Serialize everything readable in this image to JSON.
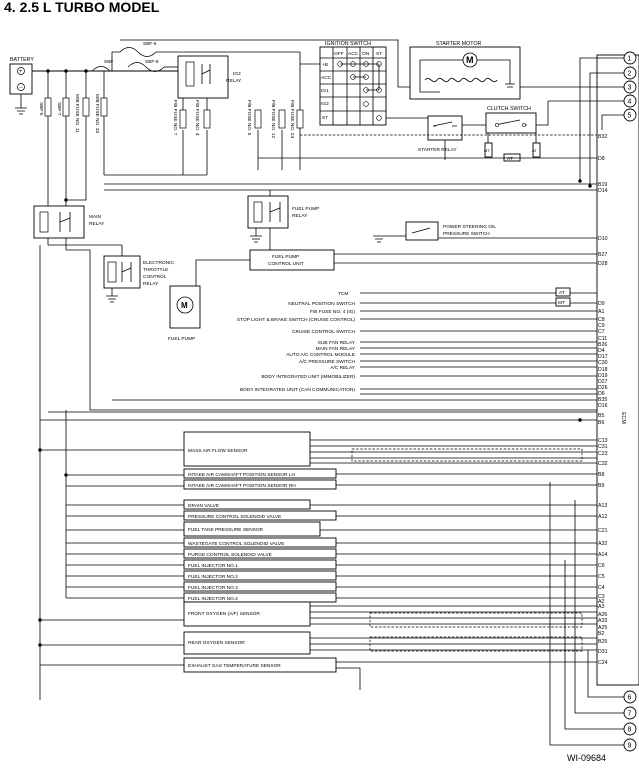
{
  "title": "4.  2.5 L TURBO MODEL",
  "figure_id": "WI-09684",
  "components": {
    "battery": "BATTERY",
    "ignition_switch": "IGNITION SWITCH",
    "ignition_positions": [
      "OFF",
      "ACC",
      "ON",
      "ST"
    ],
    "ignition_terminals": [
      "+B",
      "ACC",
      "IG1",
      "IG2",
      "ST"
    ],
    "starter_motor": "STARTER MOTOR",
    "clutch_switch": "CLUTCH SWITCH",
    "starter_relay": "STARTER RELAY",
    "ig2_relay": [
      "IG2",
      "RELAY"
    ],
    "main_relay": [
      "MAIN",
      "RELAY"
    ],
    "fuel_pump_relay": [
      "FUEL PUMP",
      "RELAY"
    ],
    "etc_relay": [
      "ELECTRONIC",
      "THROTTLE",
      "CONTROL",
      "RELAY"
    ],
    "ps_switch": [
      "POWER STEERING OIL",
      "PRESSURE SWITCH"
    ],
    "fuel_pump_control_unit": [
      "FUEL PUMP",
      "CONTROL UNIT"
    ],
    "fuel_pump": "FUEL PUMP",
    "ecm": "ECM",
    "at": "AT",
    "mt": "MT",
    "m": "M",
    "mt_box": "MT",
    "at_box": "AT"
  },
  "fuses": {
    "sbf6": "SBF-6",
    "sbf8": "SBF-8",
    "sbf": "SBF",
    "vertical": [
      "SBF-5",
      "SBF-7",
      "M/B FUSE NO. 11",
      "M/B FUSE NO. 33",
      "F/B FUSE NO. 7",
      "F/B FUSE NO. 4",
      "F/B FUSE NO. 5",
      "F/B FUSE NO. 12",
      "F/B FUSE NO. 24"
    ]
  },
  "ecm_inputs": [
    {
      "label": "TCM",
      "pin": "D9"
    },
    {
      "label": "NEUTRAL POSITION SWITCH",
      "pin": "A1"
    },
    {
      "label": "F/B FUSE NO. 4 (IG)",
      "pin": "C8"
    },
    {
      "label": "STOP LIGHT & BRAKE SWITCH (CRUISE CONTROL)",
      "pin": "C9"
    },
    {
      "label": "CRUISE CONTROL SWITCH",
      "pin": "C7"
    },
    {
      "label": "SUB FAN RELAY",
      "pin": "C11"
    },
    {
      "label": "MAIN FAN RELAY",
      "pin": "B26"
    },
    {
      "label": "AUTO A/C CONTROL MODULE",
      "pin": "D4"
    },
    {
      "label": "A/C PRESSURE SWITCH",
      "pin": "D17"
    },
    {
      "label": "A/C RELAY",
      "pin": "C30"
    },
    {
      "label": "BODY INTEGRATED UNIT (IMMOBILIZER)",
      "pin": "D19"
    },
    {
      "label": "BODY INTEGRATED UNIT (CAN COMMUNICATION)",
      "pin": "D27"
    }
  ],
  "sensors": [
    "MASS AIR FLOW SENSOR",
    "INTAKE AIR CAMSHAFT POSITION SENSOR LH",
    "INTAKE AIR CAMSHAFT POSITION SENSOR RH",
    "DRAIN VALVE",
    "PRESSURE CONTROL SOLENOID VALVE",
    "FUEL TANK PRESSURE SENSOR",
    "WASTEGATE CONTROL SOLENOID VALVE",
    "PURGE CONTROL SOLENOID VALVE",
    "FUEL INJECTOR NO.1",
    "FUEL INJECTOR NO.2",
    "FUEL INJECTOR NO.3",
    "FUEL INJECTOR NO.4",
    "FRONT OXYGEN (A/F) SENSOR",
    "REAR OXYGEN SENSOR",
    "EXHAUST GAS TEMPERATURE SENSOR"
  ],
  "ecm_pins_top": [
    "B32",
    "D8",
    "B19",
    "D14",
    "D10",
    "B27",
    "D28"
  ],
  "ecm_pins_mid": [
    "D18",
    "D26",
    "D6",
    "B35",
    "D16",
    "B5",
    "B6"
  ],
  "ecm_pins_bottom": [
    "C13",
    "C31",
    "C23",
    "C32",
    "B8",
    "B9",
    "A13",
    "A12",
    "C21",
    "A32",
    "A14",
    "C6",
    "C5",
    "C4",
    "C3",
    "A2",
    "A3",
    "A26",
    "A33",
    "A25",
    "B2",
    "B25",
    "D31",
    "C24"
  ],
  "connectors": [
    "1",
    "2",
    "3",
    "4",
    "5",
    "6",
    "7",
    "8",
    "9"
  ]
}
